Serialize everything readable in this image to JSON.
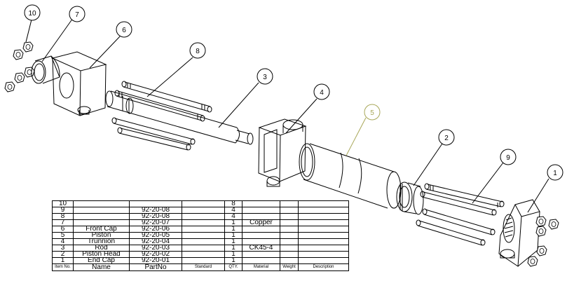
{
  "balloons": [
    {
      "id": "balloon-1",
      "label": "1",
      "faint": false
    },
    {
      "id": "balloon-2",
      "label": "2",
      "faint": false
    },
    {
      "id": "balloon-3",
      "label": "3",
      "faint": false
    },
    {
      "id": "balloon-4",
      "label": "4",
      "faint": false
    },
    {
      "id": "balloon-5",
      "label": "5",
      "faint": true
    },
    {
      "id": "balloon-6",
      "label": "6",
      "faint": false
    },
    {
      "id": "balloon-7",
      "label": "7",
      "faint": false
    },
    {
      "id": "balloon-8",
      "label": "8",
      "faint": false
    },
    {
      "id": "balloon-9",
      "label": "9",
      "faint": false
    },
    {
      "id": "balloon-10",
      "label": "10",
      "faint": false
    }
  ],
  "bom": {
    "rows": [
      {
        "item": "10",
        "name": "",
        "partno": "",
        "standard": "",
        "qty": "8",
        "material": "",
        "weight": "",
        "description": ""
      },
      {
        "item": "9",
        "name": "",
        "partno": "92-20-08",
        "standard": "",
        "qty": "4",
        "material": "",
        "weight": "",
        "description": ""
      },
      {
        "item": "8",
        "name": "",
        "partno": "92-20-08",
        "standard": "",
        "qty": "4",
        "material": "",
        "weight": "",
        "description": ""
      },
      {
        "item": "7",
        "name": "",
        "partno": "92-20-07",
        "standard": "",
        "qty": "1",
        "material": "Copper",
        "weight": "",
        "description": ""
      },
      {
        "item": "6",
        "name": "Front Cap",
        "partno": "92-20-06",
        "standard": "",
        "qty": "1",
        "material": "",
        "weight": "",
        "description": ""
      },
      {
        "item": "5",
        "name": "Piston",
        "partno": "92-20-05",
        "standard": "",
        "qty": "1",
        "material": "",
        "weight": "",
        "description": ""
      },
      {
        "item": "4",
        "name": "Trunnion",
        "partno": "92-20-04",
        "standard": "",
        "qty": "1",
        "material": "",
        "weight": "",
        "description": ""
      },
      {
        "item": "3",
        "name": "Rod",
        "partno": "92-20-03",
        "standard": "",
        "qty": "1",
        "material": "CK45-4",
        "weight": "",
        "description": ""
      },
      {
        "item": "2",
        "name": "Piston Head",
        "partno": "92-20-02",
        "standard": "",
        "qty": "1",
        "material": "",
        "weight": "",
        "description": ""
      },
      {
        "item": "1",
        "name": "End Cap",
        "partno": "92-20-01",
        "standard": "",
        "qty": "1",
        "material": "",
        "weight": "",
        "description": ""
      }
    ],
    "header": {
      "item": "Item No.",
      "name": "Name",
      "partno": "PartNo",
      "standard": "Standard",
      "qty": "QTY.",
      "material": "Material",
      "weight": "Weight",
      "description": "Description"
    }
  },
  "colors": {
    "line": "#000000",
    "balloon_faint": "#a9a85a"
  }
}
